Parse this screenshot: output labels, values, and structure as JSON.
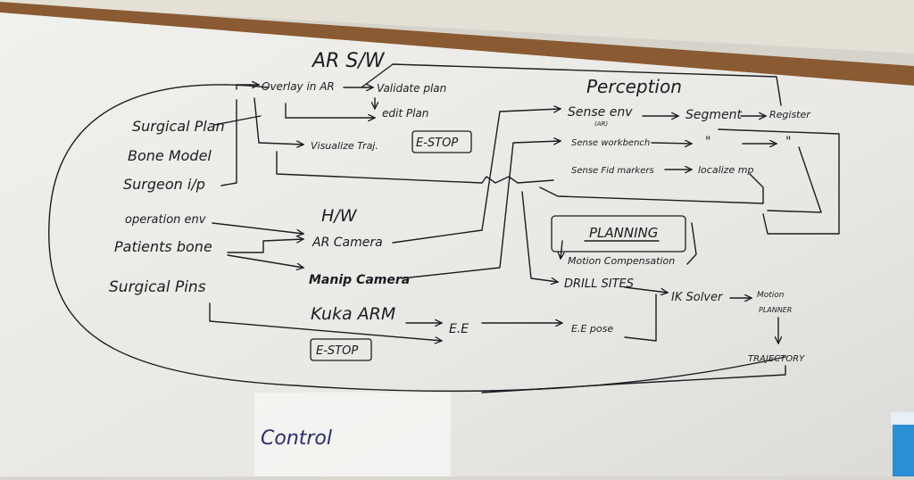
{
  "whiteboard": {
    "sections": {
      "ar_sw": "AR S/W",
      "perception": "Perception",
      "hw": "H/W",
      "planning": "PLANNING",
      "control": "Control"
    },
    "inputs": {
      "surgical_plan": "Surgical Plan",
      "bone_model": "Bone Model",
      "surgeon_ip": "Surgeon i/p",
      "operation_env": "operation env",
      "patients_bone": "Patients bone",
      "surgical_pins": "Surgical Pins"
    },
    "ar": {
      "overlay": "Overlay in AR",
      "validate_plan": "Validate plan",
      "edit_plan": "edit Plan",
      "visualize_traj": "Visualize Traj.",
      "estop": "E-STOP"
    },
    "perception": {
      "sense_env": "Sense env",
      "sense_env_sub": "(AR)",
      "segment": "Segment",
      "register": "Register",
      "sense_workbench": "Sense workbench",
      "ditto_1": "\"",
      "ditto_2": "\"",
      "sense_fid_markers": "Sense Fid markers",
      "localize_mp": "localize mp"
    },
    "hw": {
      "ar_camera": "AR Camera",
      "manip_camera": "Manip Camera",
      "kuka_arm": "Kuka ARM",
      "ee": "E.E",
      "estop": "E-STOP"
    },
    "planning": {
      "motion_compensation": "Motion Compensation",
      "drill_sites": "DRILL SITES",
      "ik_solver": "IK Solver",
      "motion_planner_1": "Motion",
      "motion_planner_2": "PLANNER",
      "ee_pose": "E.E pose",
      "trajectory": "TRAJECTORY"
    }
  }
}
